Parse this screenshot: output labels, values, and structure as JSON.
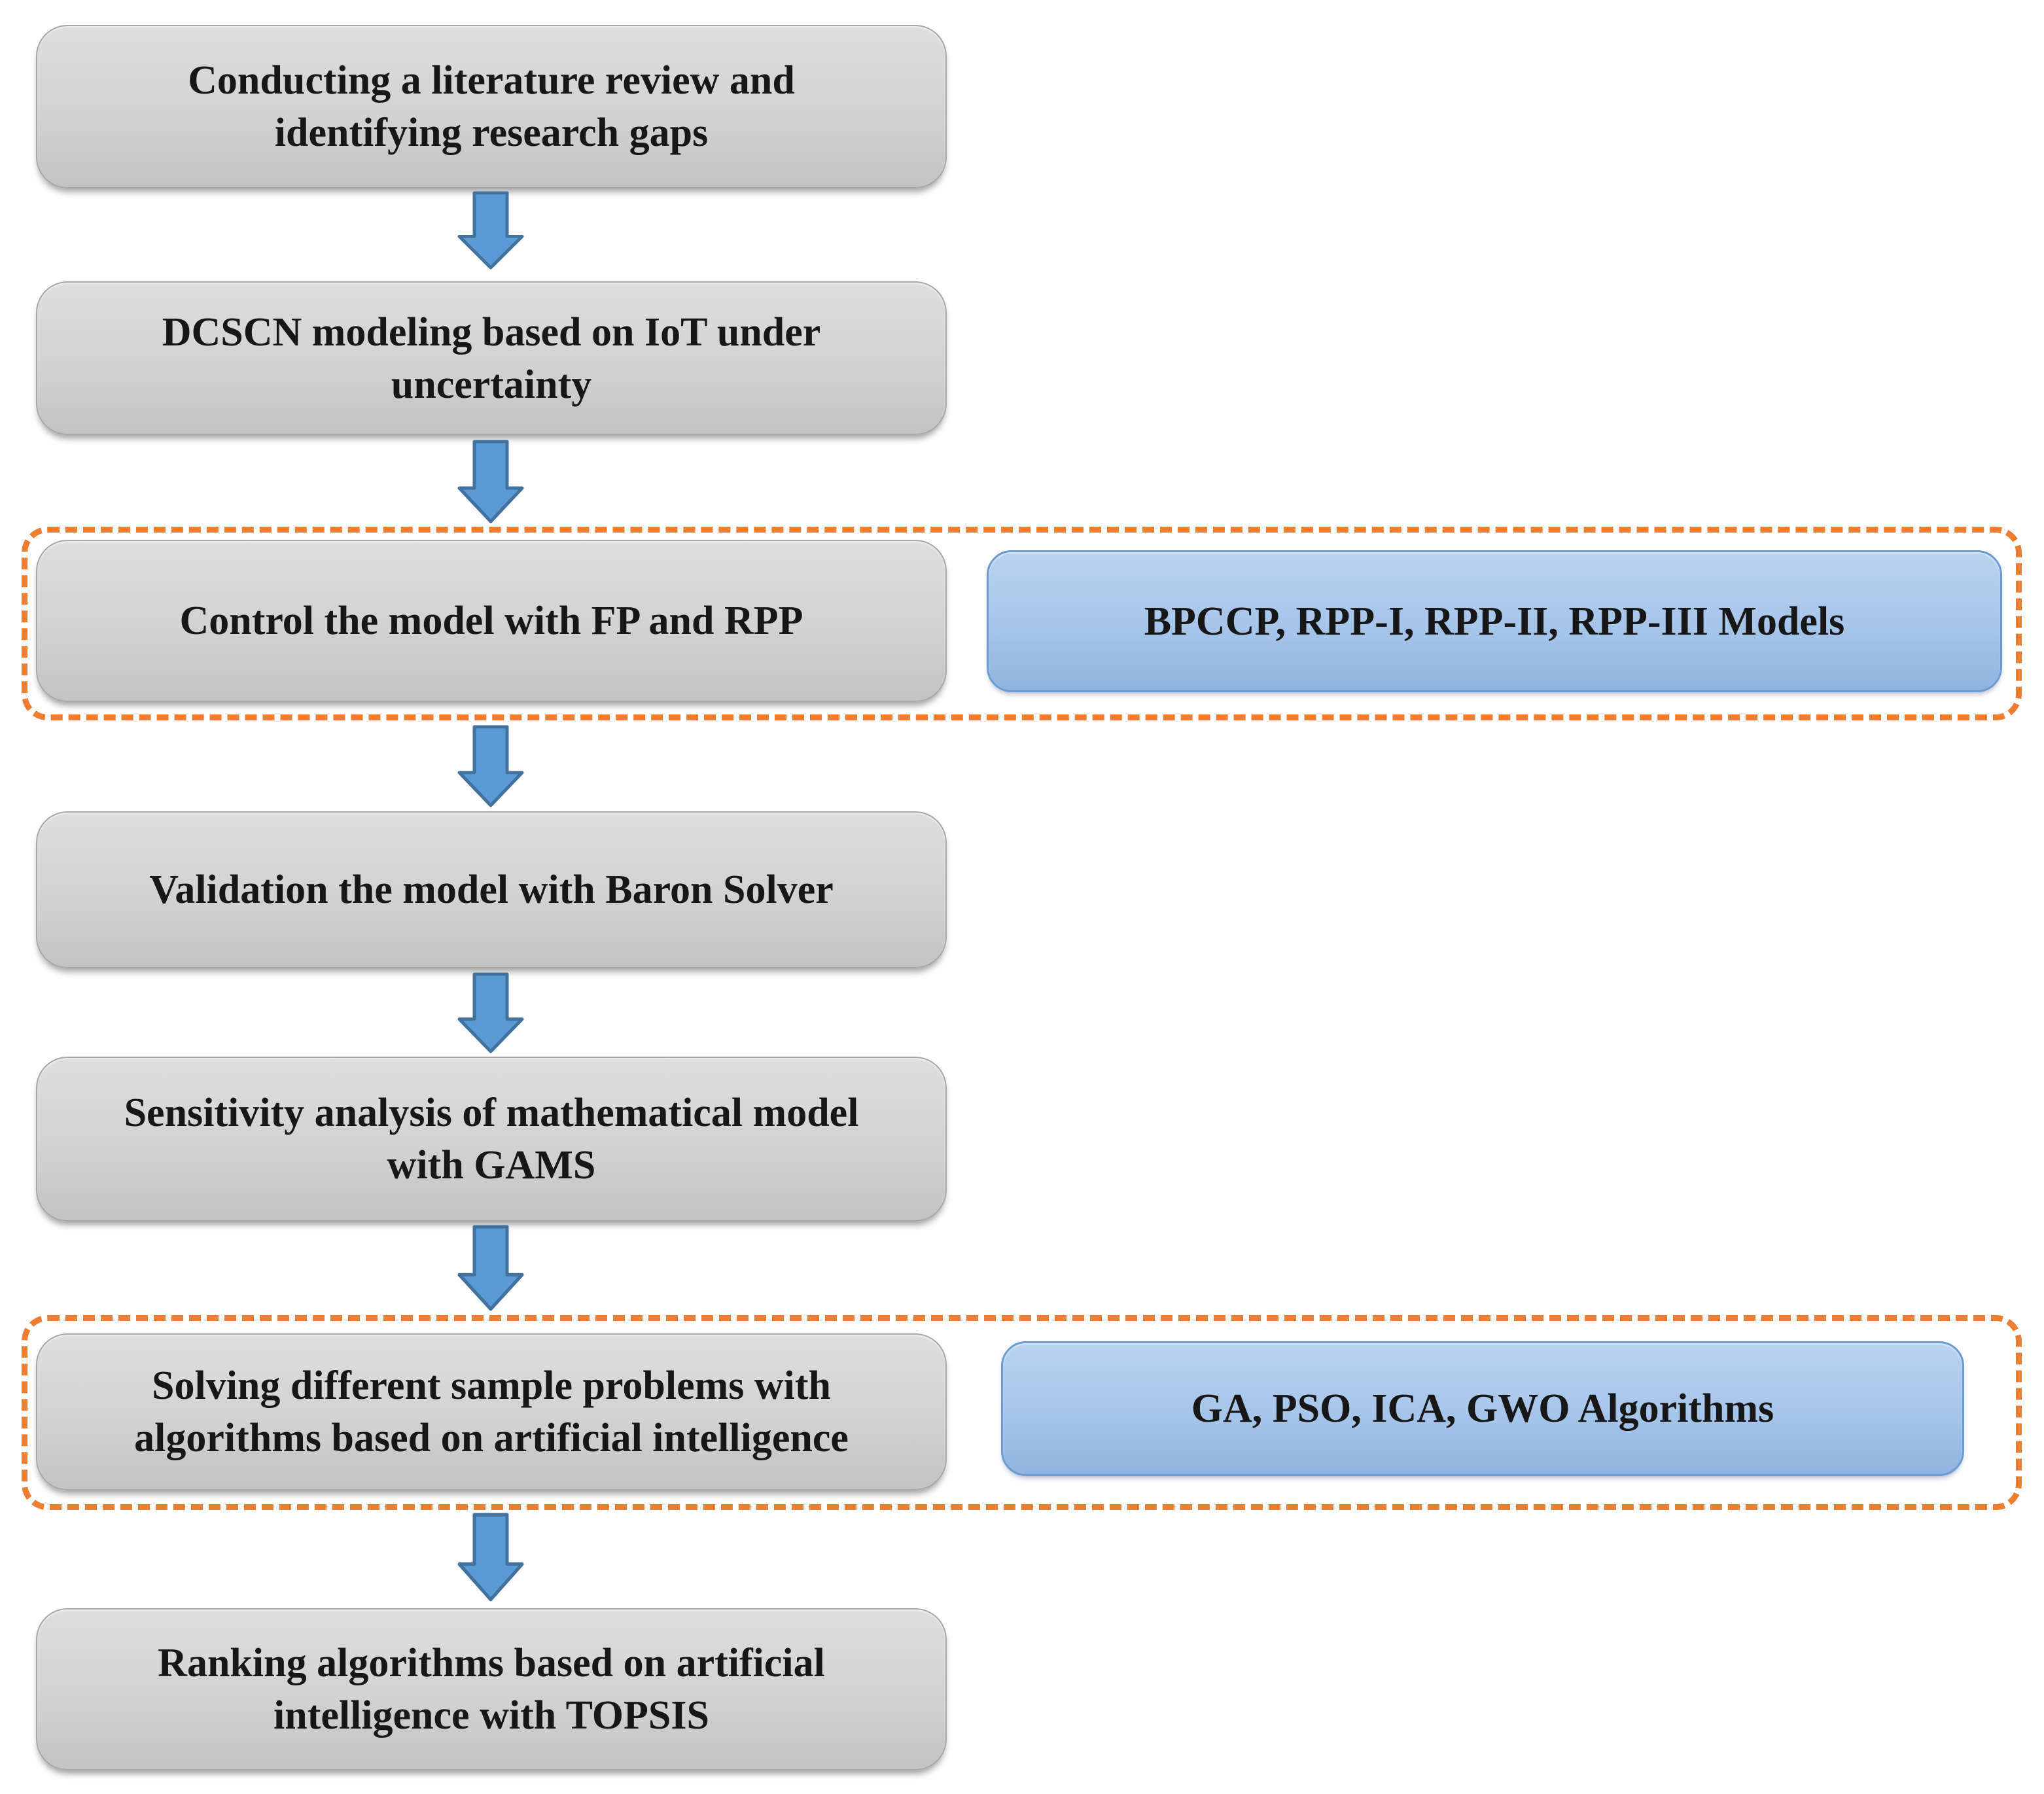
{
  "diagram": {
    "type": "flowchart",
    "direction": "top-to-bottom",
    "connector_icon": "down-block-arrow",
    "steps": [
      {
        "name": "literature-review",
        "lines": [
          "Conducting a literature review and",
          "identifying research gaps"
        ]
      },
      {
        "name": "dcscn-modeling",
        "lines": [
          "DCSCN modeling based on IoT under",
          "uncertainty"
        ]
      },
      {
        "name": "control-model",
        "lines": [
          "Control the model with FP and RPP"
        ],
        "annotation": "BPCCP, RPP-I, RPP-II, RPP-III Models"
      },
      {
        "name": "validation",
        "lines": [
          "Validation the model with Baron Solver"
        ]
      },
      {
        "name": "sensitivity-analysis",
        "lines": [
          "Sensitivity analysis of mathematical model",
          "with GAMS"
        ]
      },
      {
        "name": "solve-samples",
        "lines": [
          "Solving different sample problems with",
          "algorithms based on artificial intelligence"
        ],
        "annotation": "GA, PSO, ICA, GWO Algorithms"
      },
      {
        "name": "ranking",
        "lines": [
          "Ranking algorithms based on artificial",
          "intelligence with TOPSIS"
        ]
      }
    ],
    "colors": {
      "step_fill_top": "#dedede",
      "step_fill_bottom": "#c3c3c3",
      "step_border": "#a8a8a8",
      "annotation_fill_top": "#b9d3f0",
      "annotation_fill_bottom": "#8fb4df",
      "annotation_border": "#6b9bd2",
      "arrow_fill": "#5b9bd5",
      "arrow_border": "#41719c",
      "group_outline": "#ed7d31",
      "text": "#171717",
      "background": "#ffffff"
    }
  }
}
